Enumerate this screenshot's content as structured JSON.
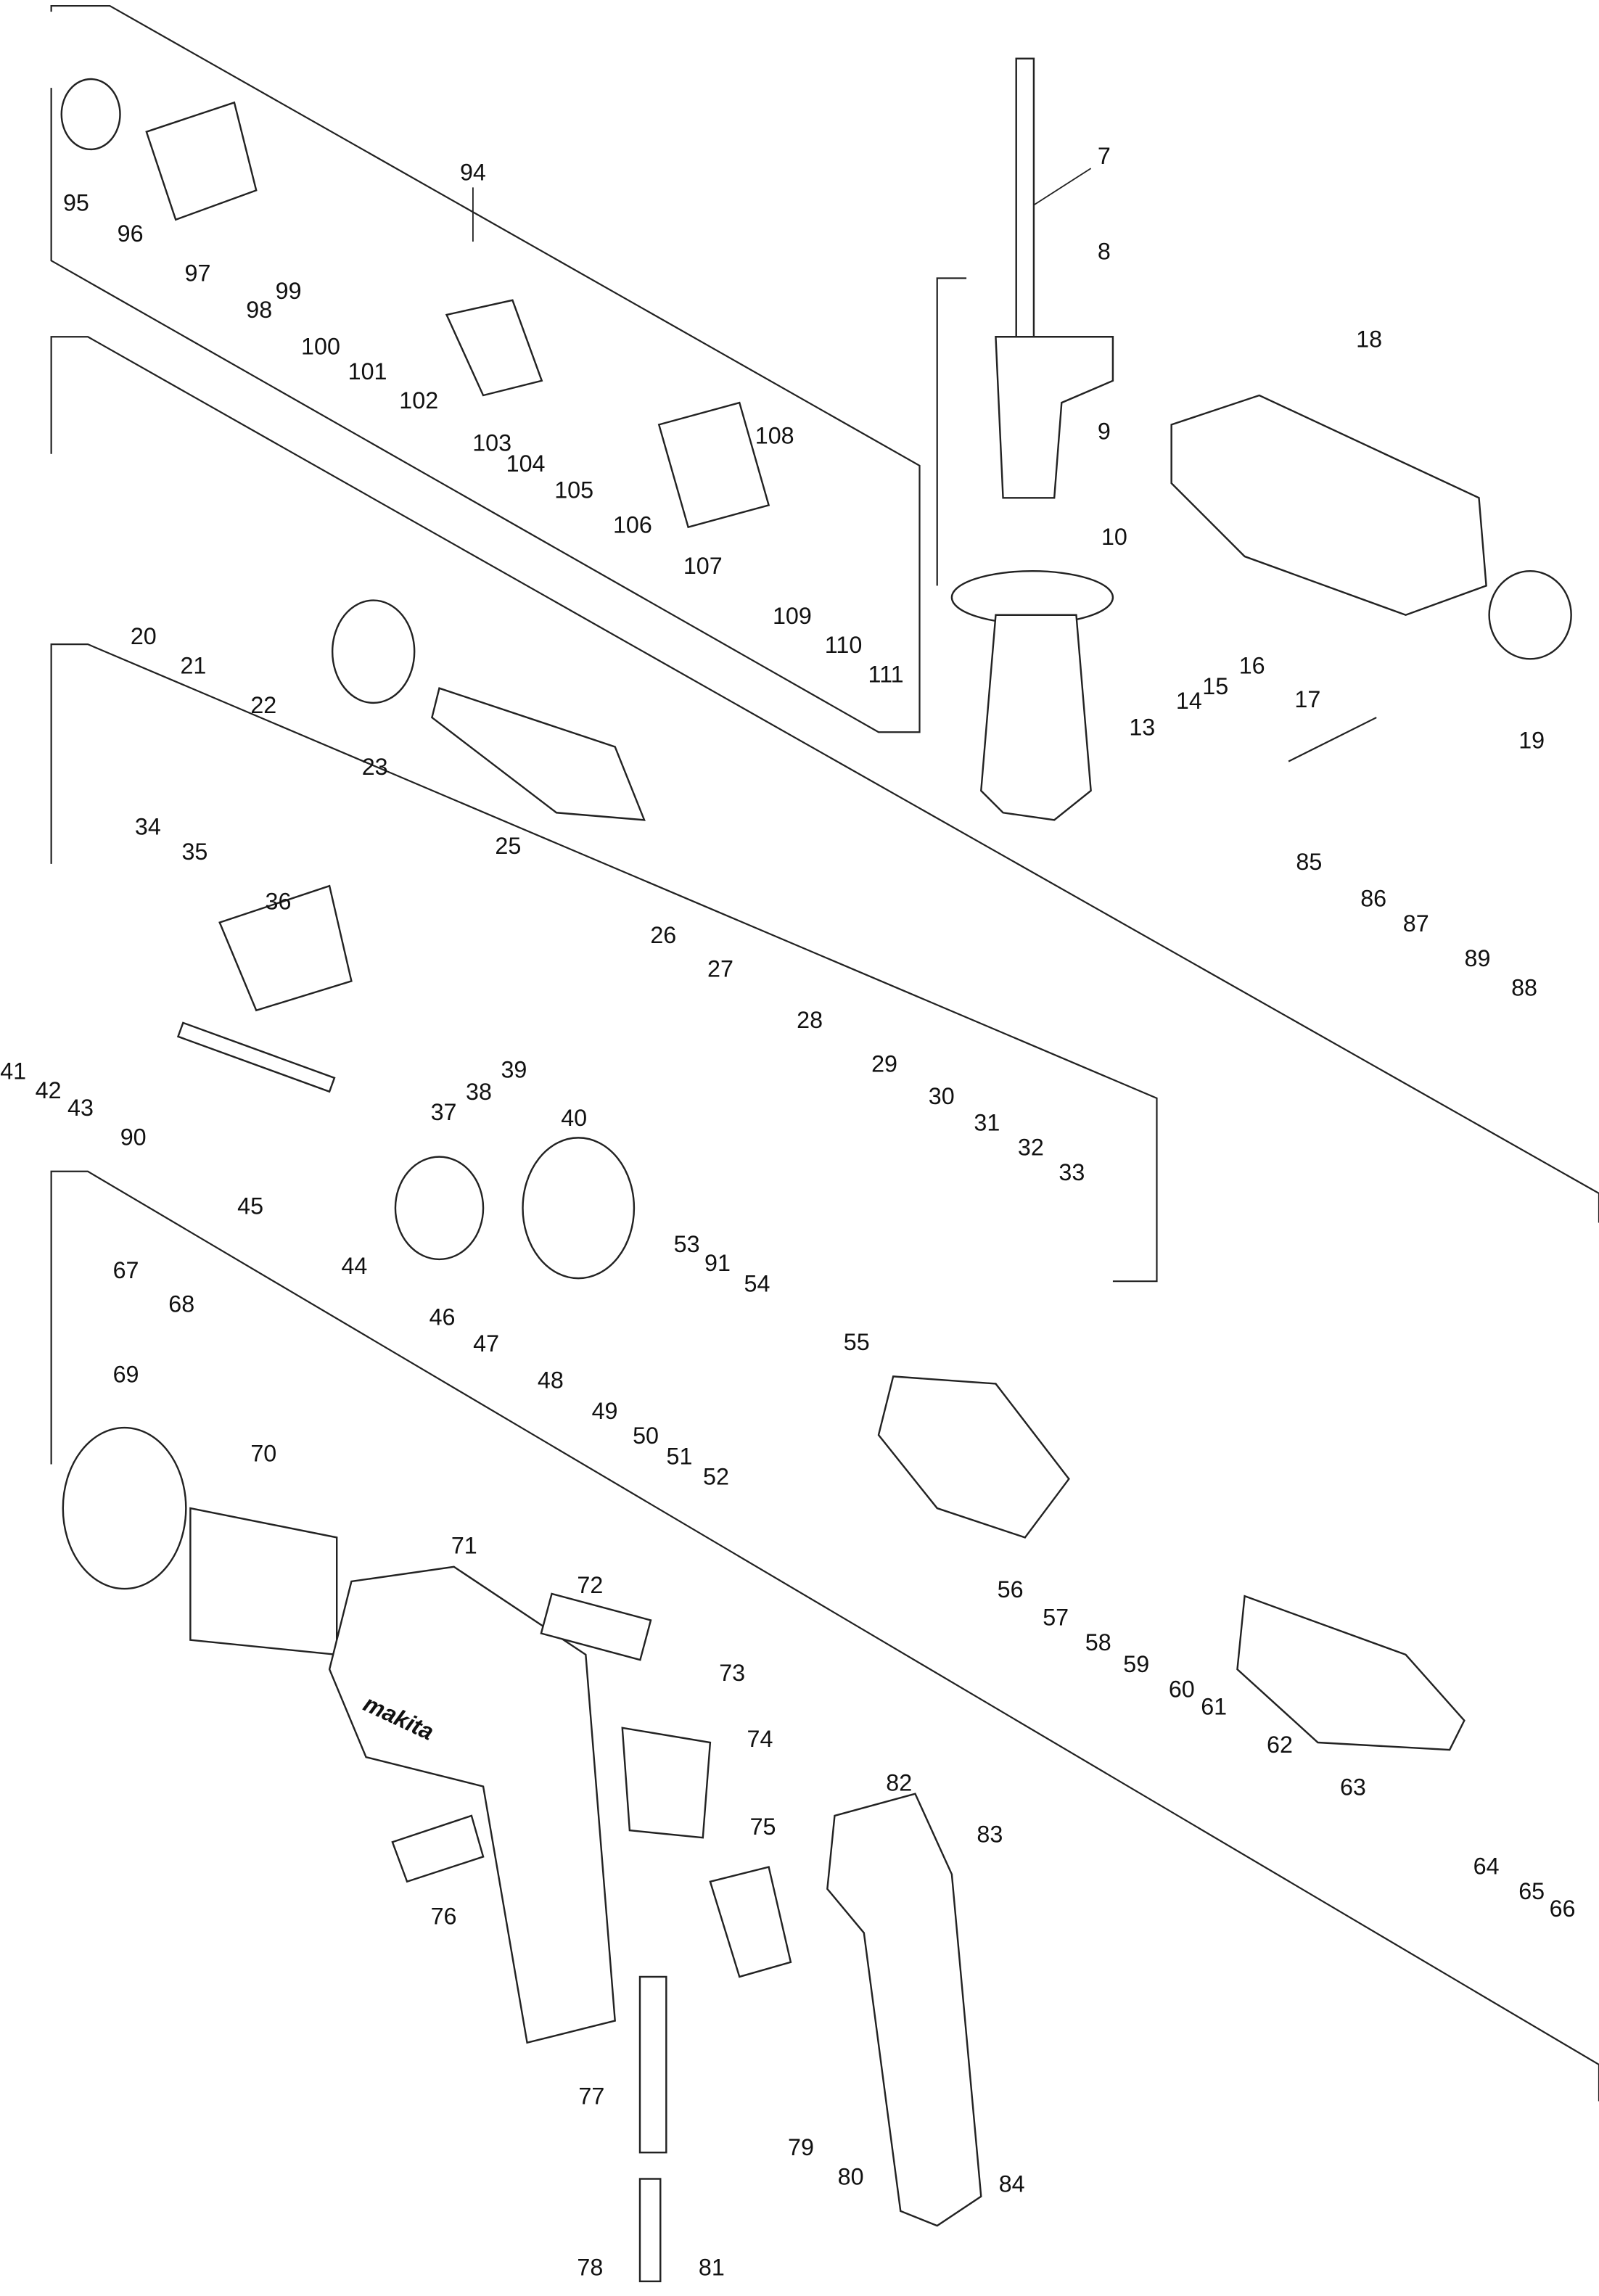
{
  "diagram": {
    "title_assembly_label": "94",
    "parts": [
      "7",
      "8",
      "9",
      "10",
      "13",
      "14",
      "15",
      "16",
      "17",
      "18",
      "19",
      "20",
      "21",
      "22",
      "23",
      "25",
      "26",
      "27",
      "28",
      "29",
      "30",
      "31",
      "32",
      "33",
      "34",
      "35",
      "36",
      "37",
      "38",
      "39",
      "40",
      "41",
      "42",
      "43",
      "44",
      "45",
      "46",
      "47",
      "48",
      "49",
      "50",
      "51",
      "52",
      "53",
      "54",
      "55",
      "56",
      "57",
      "58",
      "59",
      "60",
      "61",
      "62",
      "63",
      "64",
      "65",
      "66",
      "67",
      "68",
      "69",
      "70",
      "71",
      "72",
      "73",
      "74",
      "75",
      "76",
      "77",
      "78",
      "79",
      "80",
      "81",
      "82",
      "83",
      "84",
      "85",
      "86",
      "87",
      "88",
      "89",
      "90",
      "91",
      "94",
      "95",
      "96",
      "97",
      "98",
      "99",
      "100",
      "101",
      "102",
      "103",
      "104",
      "105",
      "106",
      "107",
      "108",
      "109",
      "110",
      "111"
    ],
    "logo_text": "makita"
  }
}
